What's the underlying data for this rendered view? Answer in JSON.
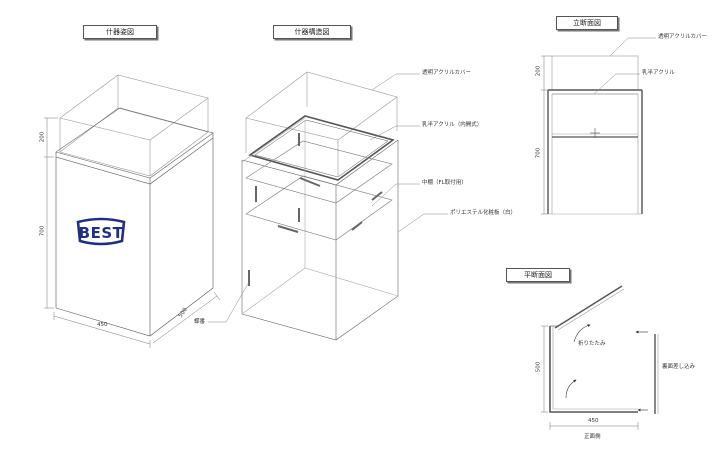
{
  "section_titles": {
    "appearance": "什器姿図",
    "structure": "什器構造図",
    "elevation_section": "立断面図",
    "plan_section": "平断面図"
  },
  "logo_text": "BEST",
  "labels": {
    "clear_acrylic_cover": "透明アクリルカバー",
    "milky_acrylic_inner_door": "乳半アクリル（内開式）",
    "middle_shelf": "中棚（FL取付用）",
    "polyester_board": "ポリエステル化粧板（白）",
    "hinge": "蝶番",
    "section_clear_acrylic_cover": "透明アクリルカバー",
    "section_milky_acrylic": "乳半アクリル",
    "fold": "折りたたみ",
    "back_insert": "裏面差し込み",
    "front_side": "正面側"
  },
  "dimensions": {
    "app_cover_h": "200",
    "app_body_h": "700",
    "app_width": "450",
    "app_depth": "500",
    "sec_cover_h": "200",
    "sec_body_h": "700",
    "plan_depth": "500",
    "plan_width": "450"
  },
  "colors": {
    "line": "#444444",
    "logo": "#1f2f86",
    "arrow": "#333333"
  }
}
